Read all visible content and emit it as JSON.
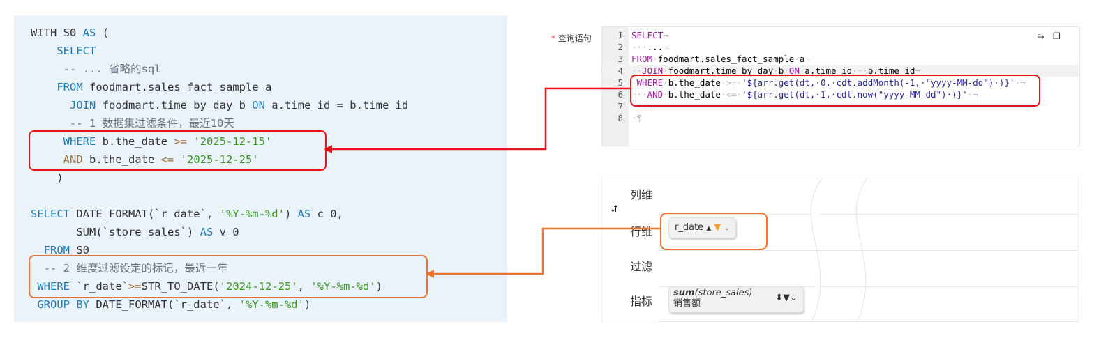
{
  "left_code": [
    [
      [
        "t",
        "WITH S0 "
      ],
      [
        "k",
        "AS"
      ],
      [
        "t",
        " ("
      ]
    ],
    [
      [
        "k",
        "    SELECT"
      ]
    ],
    [
      [
        "c",
        "     -- ... 省略的sql"
      ]
    ],
    [
      [
        "k",
        "    FROM"
      ],
      [
        "t",
        " foodmart.sales_fact_sample a"
      ]
    ],
    [
      [
        "k",
        "      JOIN"
      ],
      [
        "t",
        " foodmart.time_by_day b "
      ],
      [
        "k",
        "ON"
      ],
      [
        "t",
        " a.time_id = b.time_id"
      ]
    ],
    [
      [
        "c",
        "      -- 1 数据集过滤条件，最近10天"
      ]
    ],
    [
      [
        "k",
        "     WHERE"
      ],
      [
        "t",
        " b.the_date "
      ],
      [
        "o",
        ">="
      ],
      [
        "t",
        " "
      ],
      [
        "s",
        "'2025-12-15'"
      ]
    ],
    [
      [
        "o",
        "     AND"
      ],
      [
        "t",
        " b.the_date "
      ],
      [
        "o",
        "<="
      ],
      [
        "t",
        " "
      ],
      [
        "s",
        "'2025-12-25'"
      ]
    ],
    [
      [
        "t",
        "    )"
      ]
    ],
    [
      [
        "t",
        ""
      ]
    ],
    [
      [
        "k",
        "SELECT"
      ],
      [
        "t",
        " DATE_FORMAT(`r_date`, "
      ],
      [
        "s",
        "'%Y-%m-%d'"
      ],
      [
        "t",
        ") "
      ],
      [
        "k",
        "AS"
      ],
      [
        "t",
        " c_0,"
      ]
    ],
    [
      [
        "t",
        "       SUM(`store_sales`) "
      ],
      [
        "k",
        "AS"
      ],
      [
        "t",
        " v_0"
      ]
    ],
    [
      [
        "k",
        "  FROM"
      ],
      [
        "t",
        " S0"
      ]
    ],
    [
      [
        "c",
        "  -- 2 维度过滤设定的标记，最近一年"
      ]
    ],
    [
      [
        "k",
        " WHERE"
      ],
      [
        "t",
        " `r_date`"
      ],
      [
        "o",
        ">="
      ],
      [
        "t",
        "STR_TO_DATE("
      ],
      [
        "s",
        "'2024-12-25'"
      ],
      [
        "t",
        ", "
      ],
      [
        "s",
        "'%Y-%m-%d'"
      ],
      [
        "t",
        ")"
      ]
    ],
    [
      [
        "k",
        " GROUP BY"
      ],
      [
        "t",
        " DATE_FORMAT(`r_date`, "
      ],
      [
        "s",
        "'%Y-%m-%d'"
      ],
      [
        "t",
        ")"
      ]
    ]
  ],
  "query_label": "查询语句",
  "required_mark": "*",
  "editor_lines": [
    [
      [
        "k",
        "SELECT"
      ],
      [
        "w",
        "¬"
      ]
    ],
    [
      [
        "w",
        "···"
      ],
      [
        "t",
        "..."
      ],
      [
        "w",
        "¬"
      ]
    ],
    [
      [
        "k",
        "FROM"
      ],
      [
        "w",
        "·"
      ],
      [
        "t",
        "foodmart.sales_fact_sample"
      ],
      [
        "w",
        "·"
      ],
      [
        "t",
        "a"
      ],
      [
        "w",
        "¬"
      ]
    ],
    [
      [
        "w",
        "··"
      ],
      [
        "k",
        "JOIN"
      ],
      [
        "w",
        "·"
      ],
      [
        "t",
        "foodmart.time_by_day"
      ],
      [
        "w",
        "·"
      ],
      [
        "t",
        "b"
      ],
      [
        "w",
        "·"
      ],
      [
        "k",
        "ON"
      ],
      [
        "w",
        "·"
      ],
      [
        "t",
        "a.time_id"
      ],
      [
        "w",
        "·=·"
      ],
      [
        "t",
        "b.time_id"
      ],
      [
        "w",
        "¬"
      ]
    ],
    [
      [
        "w",
        "·"
      ],
      [
        "k",
        "WHERE"
      ],
      [
        "w",
        "·"
      ],
      [
        "t",
        "b.the_date"
      ],
      [
        "w",
        "·>=·"
      ],
      [
        "s",
        "'${arr.get(dt,·0,·cdt.addMonth(-1,·\"yyyy-MM-dd\")·)}'"
      ],
      [
        "w",
        "·¬"
      ]
    ],
    [
      [
        "w",
        "···"
      ],
      [
        "k",
        "AND"
      ],
      [
        "w",
        "·"
      ],
      [
        "t",
        "b.the_date"
      ],
      [
        "w",
        "·<=·"
      ],
      [
        "s",
        "'${arr.get(dt,·1,·cdt.now(\"yyyy-MM-dd\")·)}'"
      ],
      [
        "w",
        "·¬"
      ]
    ],
    [
      [
        "w",
        "···¬"
      ]
    ],
    [
      [
        "w",
        "·¶"
      ]
    ]
  ],
  "dims": {
    "col_label": "列维",
    "row_label": "行维",
    "filter_label": "过滤",
    "metric_label": "指标",
    "row_chip": {
      "name": "r_date"
    },
    "metric_chip": {
      "agg": "sum",
      "field": "(store_sales)",
      "alias": "销售额"
    }
  },
  "colors": {
    "red": "#e8141c",
    "orange": "#ec7430",
    "filter_active": "#f0a030"
  }
}
